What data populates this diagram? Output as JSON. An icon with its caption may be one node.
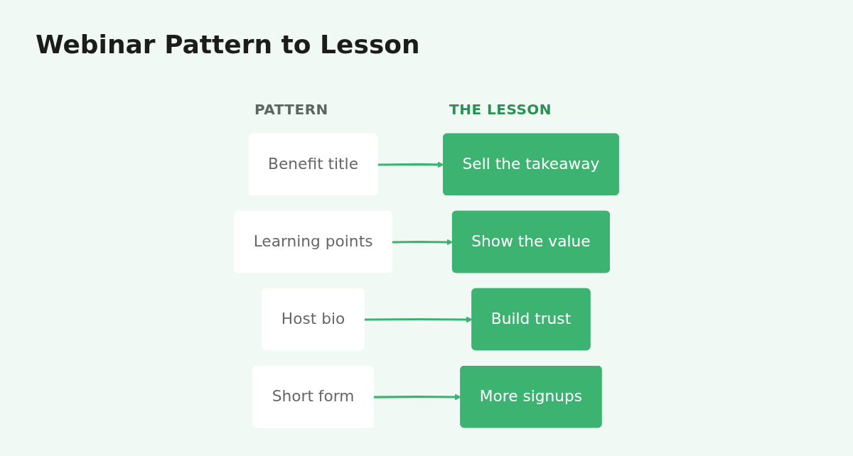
{
  "diagram": {
    "title": "Webinar Pattern to Lesson",
    "nodes": [
      {
        "text": [
          "Benefit title"
        ]
      },
      {
        "text": [
          "Sell the takeaway"
        ]
      },
      {
        "text": [
          "Learning points"
        ]
      },
      {
        "text": [
          "Show the value"
        ]
      },
      {
        "text": [
          "Host bio"
        ]
      },
      {
        "text": [
          "Build trust"
        ]
      },
      {
        "text": [
          "Short form"
        ]
      },
      {
        "text": [
          "More signups"
        ]
      }
    ],
    "edges": [
      {
        "from": 0,
        "to": 1,
        "arrow": "to"
      },
      {
        "from": 2,
        "to": 3,
        "arrow": "to"
      },
      {
        "from": 4,
        "to": 5,
        "arrow": "to"
      },
      {
        "from": 6,
        "to": 7,
        "arrow": "to"
      }
    ],
    "labels": [
      "PATTERN",
      "THE LESSON"
    ]
  }
}
